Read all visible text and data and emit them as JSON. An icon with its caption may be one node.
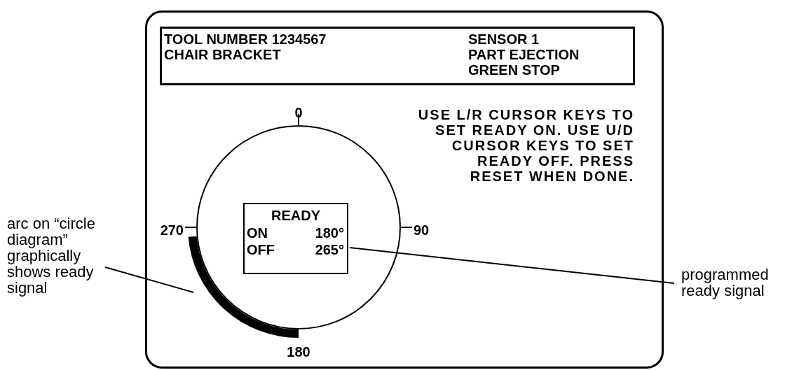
{
  "diagram": {
    "nodes": [
      {
        "text": [],
        "shape": "box"
      },
      {
        "text": [
          "TOOL NUMBER 1234567 CHAIR BRACKET",
          "SENSOR 1 PART EJECTION GREEN STOP"
        ],
        "in": 0
      },
      {
        "text": [],
        "shape": "circle",
        "in": 0,
        "beside": [
          "0",
          "90",
          "180",
          "270"
        ]
      },
      {
        "text": [
          "READY",
          "ON",
          "180°",
          "OFF",
          "265°"
        ],
        "in": 2
      },
      {
        "text": [],
        "shape": "arc",
        "in": 0
      },
      {
        "text": [
          "arc on “circle diagram” graphically shows ready signal"
        ]
      },
      {
        "text": [
          "programmed ready signal"
        ]
      }
    ],
    "edges": [
      {
        "from": 5,
        "to": 4,
        "arrow": "none"
      },
      {
        "from": 6,
        "to": 3,
        "arrow": "none"
      }
    ],
    "labels": [
      "USE L/R CURSOR KEYS TO SET READY ON. USE U/D CURSOR KEYS TO SET READY OFF. PRESS RESET WHEN DONE."
    ]
  }
}
